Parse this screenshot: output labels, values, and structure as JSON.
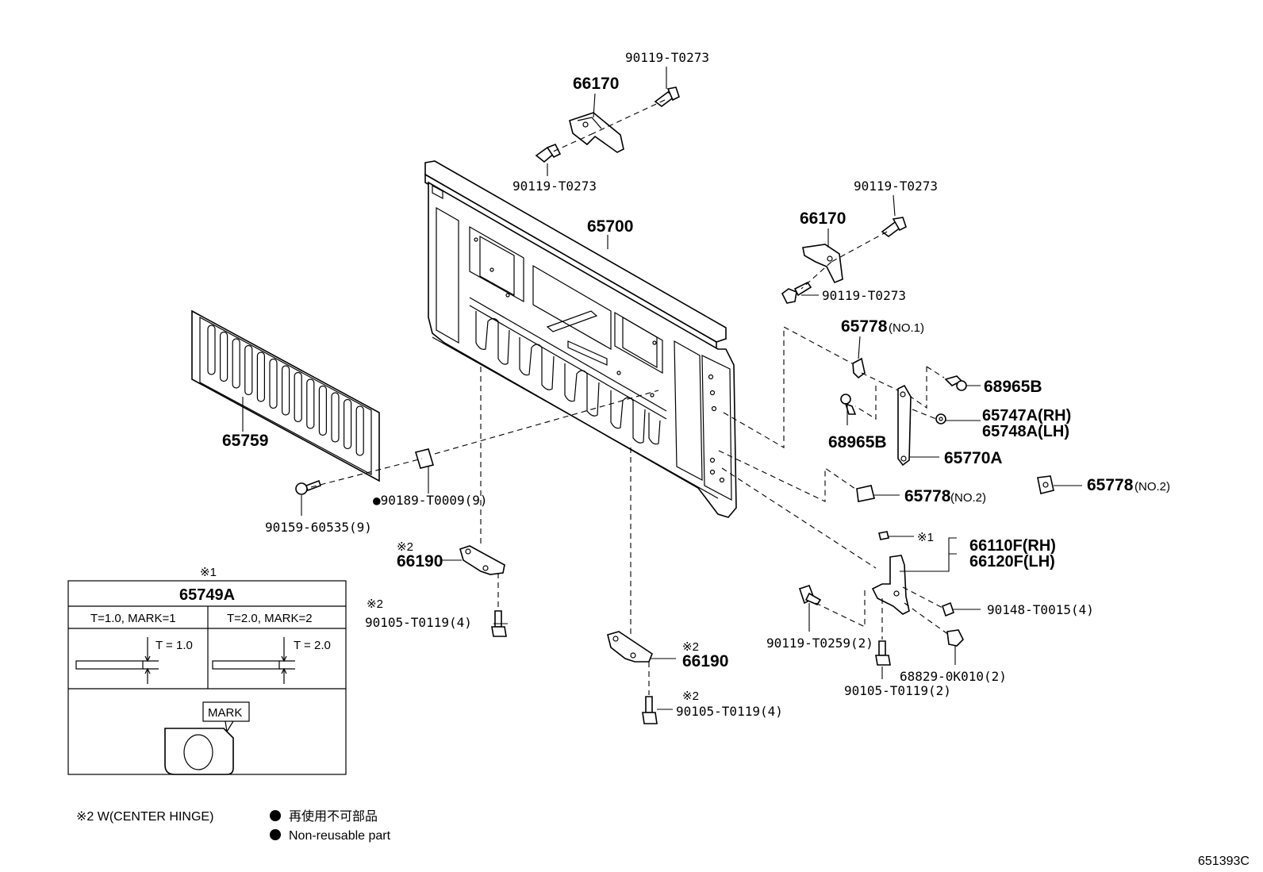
{
  "labels": {
    "p90119_top": "90119-T0273",
    "p66170_top": "66170",
    "p90119_mid": "90119-T0273",
    "p65700": "65700",
    "p90119_right_top": "90119-T0273",
    "p66170_right": "66170",
    "p90119_right_mid": "90119-T0273",
    "p65778_no1": "65778",
    "no1": "(NO.1)",
    "p68965B_a": "68965B",
    "p65747A": "65747A(RH)",
    "p65748A": "65748A(LH)",
    "p68965B_b": "68965B",
    "p65770A": "65770A",
    "p65759": "65759",
    "p65778_no2a": "65778",
    "no2a": "(NO.2)",
    "p65778_no2b": "65778",
    "no2b": "(NO.2)",
    "p90189": "●90189-T0009(9)",
    "p90159": "90159-60535(9)",
    "note2_a": "※2",
    "p66190_left": "66190",
    "note1_right": "※1",
    "p66110F": "66110F(RH)",
    "p66120F": "66120F(LH)",
    "note2_b": "※2",
    "p90105_left": "90105-T0119(4)",
    "p90148": "90148-T0015(4)",
    "note2_c": "※2",
    "p66190_center": "66190",
    "p90119_T0259": "90119-T0259(2)",
    "p68829": "68829-0K010(2)",
    "note2_d": "※2",
    "p90105_center": "90105-T0119(4)",
    "p90105_right": "90105-T0119(2)"
  },
  "inset": {
    "note": "※1",
    "title": "65749A",
    "col1": "T=1.0, MARK=1",
    "col2": "T=2.0, MARK=2",
    "t1": "T = 1.0",
    "t2": "T = 2.0",
    "mark": "MARK"
  },
  "legend": {
    "center_hinge": "※2  W(CENTER HINGE)",
    "nonreusable_jp": "再使用不可部品",
    "nonreusable_en": "Non-reusable part"
  },
  "figure_id": "651393C"
}
